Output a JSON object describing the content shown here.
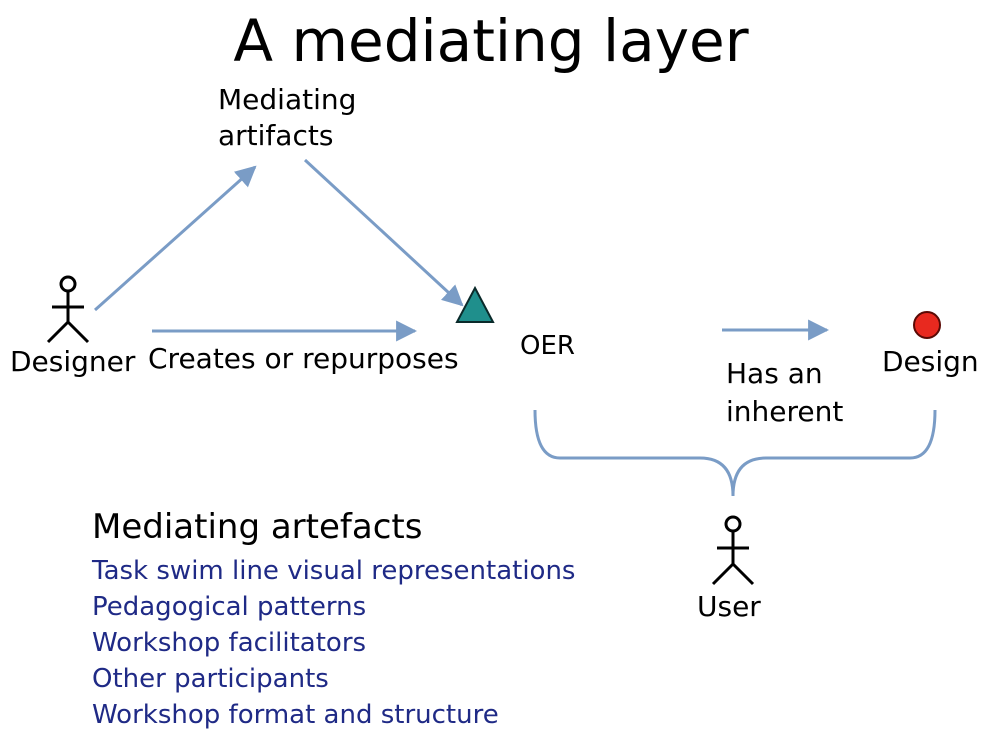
{
  "title": "A mediating layer",
  "nodes": {
    "mediating_artifacts": "Mediating artifacts",
    "designer": "Designer",
    "creates_or_repurposes": "Creates or repurposes",
    "oer": "OER",
    "has_an_inherent": "Has an inherent",
    "design": "Design",
    "user": "User"
  },
  "list": {
    "heading": "Mediating artefacts",
    "items": [
      "Task swim line visual representations",
      "Pedagogical patterns",
      "Workshop facilitators",
      "Other participants",
      "Workshop format and structure"
    ]
  },
  "colors": {
    "arrow": "#7a9cc6",
    "triangle": "#1f8f8c",
    "circle": "#e8291f",
    "list_text": "#1f2a86"
  },
  "icons": [
    "stick-figure-icon",
    "triangle-icon",
    "circle-icon"
  ]
}
